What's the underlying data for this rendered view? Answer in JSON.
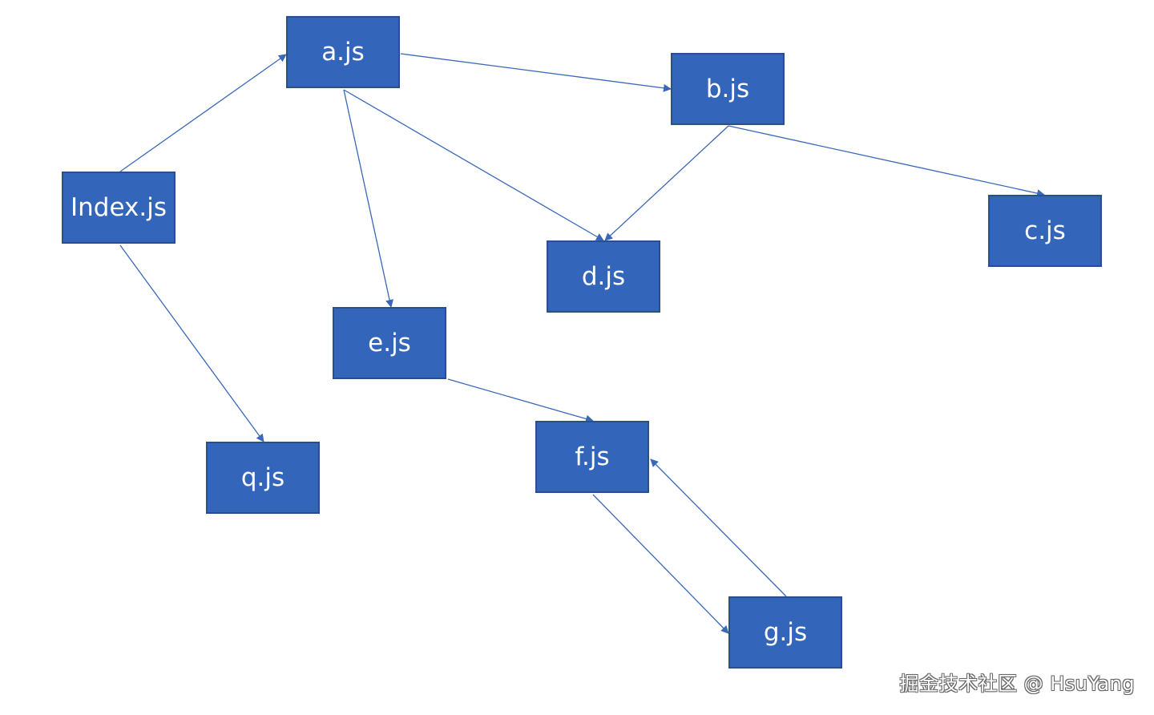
{
  "nodes": {
    "index": "Index.js",
    "a": "a.js",
    "b": "b.js",
    "c": "c.js",
    "d": "d.js",
    "e": "e.js",
    "f": "f.js",
    "g": "g.js",
    "q": "q.js"
  },
  "edges": [
    {
      "from": "index",
      "to": "a"
    },
    {
      "from": "index",
      "to": "q"
    },
    {
      "from": "a",
      "to": "b"
    },
    {
      "from": "a",
      "to": "d"
    },
    {
      "from": "a",
      "to": "e"
    },
    {
      "from": "b",
      "to": "d"
    },
    {
      "from": "b",
      "to": "c"
    },
    {
      "from": "e",
      "to": "f"
    },
    {
      "from": "f",
      "to": "g"
    },
    {
      "from": "g",
      "to": "f"
    }
  ],
  "colors": {
    "node_fill": "#3366bb",
    "node_border": "#2a4f8f",
    "edge": "#3a68b8"
  },
  "watermark": "掘金技术社区 @ HsuYang"
}
